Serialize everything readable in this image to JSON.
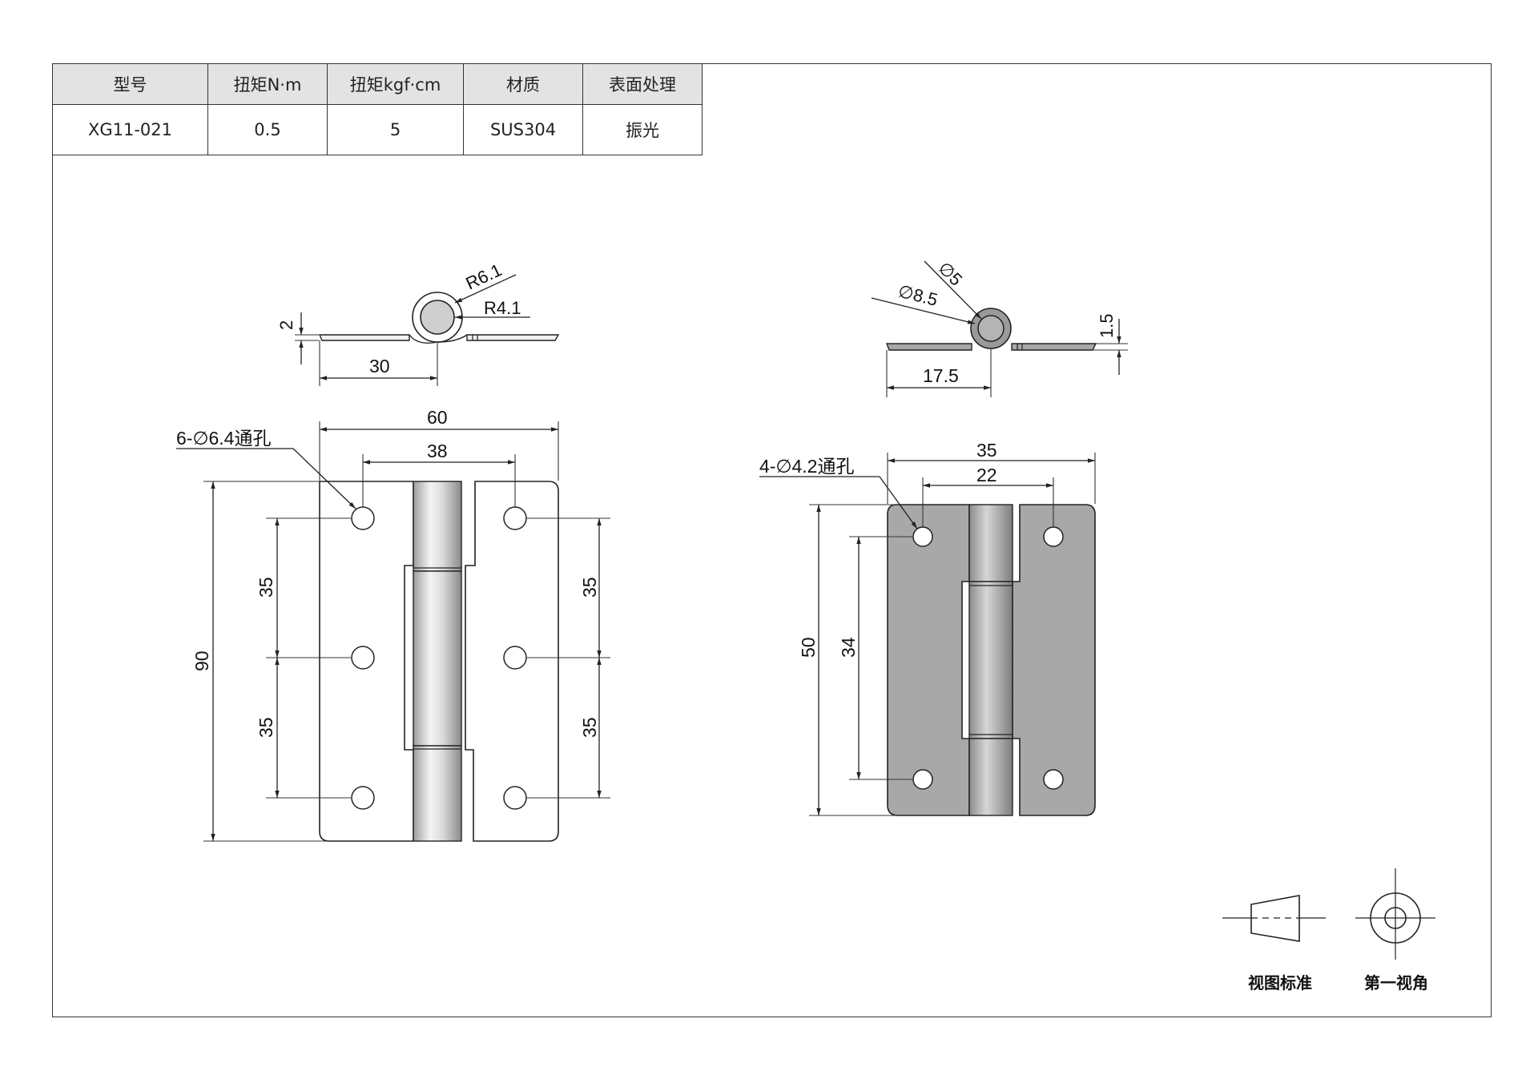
{
  "spec_table": {
    "headers": [
      "型号",
      "扭矩N·m",
      "扭矩kgf·cm",
      "材质",
      "表面处理"
    ],
    "row": [
      "XG11-021",
      "0.5",
      "5",
      "SUS304",
      "振光"
    ]
  },
  "large_hinge": {
    "side_view": {
      "radius_outer": "R6.1",
      "radius_inner": "R4.1",
      "thickness": "2",
      "offset": "30"
    },
    "front_view": {
      "width": "60",
      "hole_span": "38",
      "height": "90",
      "hole_pitch_left_top": "35",
      "hole_pitch_left_bottom": "35",
      "hole_pitch_right_top": "35",
      "hole_pitch_right_bottom": "35",
      "hole_callout": "6-∅6.4通孔"
    }
  },
  "small_hinge": {
    "side_view": {
      "dia_outer": "∅8.5",
      "dia_inner": "∅5",
      "thickness": "1.5",
      "offset": "17.5"
    },
    "front_view": {
      "width": "35",
      "hole_span": "22",
      "height": "50",
      "hole_pitch": "34",
      "hole_callout": "4-∅4.2通孔"
    }
  },
  "projection": {
    "label_standard": "视图标准",
    "label_angle": "第一视角"
  },
  "colors": {
    "leaf_gray": "#a8a8a8",
    "pin_dark": "#8c8c8c",
    "header_bg": "#e3e3e3",
    "line": "#222222"
  }
}
